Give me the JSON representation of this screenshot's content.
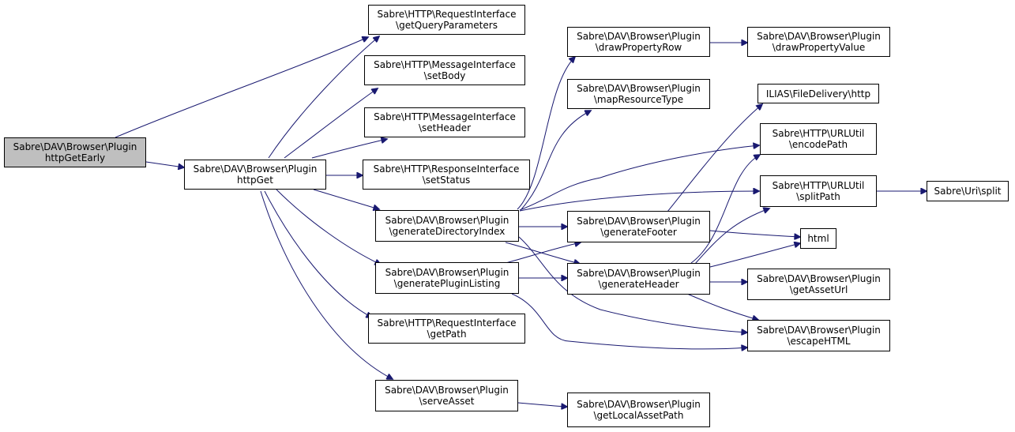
{
  "colors": {
    "edge": "#191970",
    "root_fill": "#bfbfbf",
    "node_fill": "#ffffff"
  },
  "nodes": {
    "httpGetEarly": {
      "line1": "Sabre\\DAV\\Browser\\Plugin",
      "line2": "httpGetEarly"
    },
    "httpGet": {
      "line1": "Sabre\\DAV\\Browser\\Plugin",
      "line2": "httpGet"
    },
    "getQueryParameters": {
      "line1": "Sabre\\HTTP\\RequestInterface",
      "line2": "\\getQueryParameters"
    },
    "setBody": {
      "line1": "Sabre\\HTTP\\MessageInterface",
      "line2": "\\setBody"
    },
    "setHeader": {
      "line1": "Sabre\\HTTP\\MessageInterface",
      "line2": "\\setHeader"
    },
    "setStatus": {
      "line1": "Sabre\\HTTP\\ResponseInterface",
      "line2": "\\setStatus"
    },
    "generateDirectoryIndex": {
      "line1": "Sabre\\DAV\\Browser\\Plugin",
      "line2": "\\generateDirectoryIndex"
    },
    "generatePluginListing": {
      "line1": "Sabre\\DAV\\Browser\\Plugin",
      "line2": "\\generatePluginListing"
    },
    "getPath": {
      "line1": "Sabre\\HTTP\\RequestInterface",
      "line2": "\\getPath"
    },
    "serveAsset": {
      "line1": "Sabre\\DAV\\Browser\\Plugin",
      "line2": "\\serveAsset"
    },
    "drawPropertyRow": {
      "line1": "Sabre\\DAV\\Browser\\Plugin",
      "line2": "\\drawPropertyRow"
    },
    "mapResourceType": {
      "line1": "Sabre\\DAV\\Browser\\Plugin",
      "line2": "\\mapResourceType"
    },
    "generateFooter": {
      "line1": "Sabre\\DAV\\Browser\\Plugin",
      "line2": "\\generateFooter"
    },
    "generateHeader": {
      "line1": "Sabre\\DAV\\Browser\\Plugin",
      "line2": "\\generateHeader"
    },
    "getLocalAssetPath": {
      "line1": "Sabre\\DAV\\Browser\\Plugin",
      "line2": "\\getLocalAssetPath"
    },
    "drawPropertyValue": {
      "line1": "Sabre\\DAV\\Browser\\Plugin",
      "line2": "\\drawPropertyValue"
    },
    "ilias_http": {
      "line1": "ILIAS\\FileDelivery\\http"
    },
    "encodePath": {
      "line1": "Sabre\\HTTP\\URLUtil",
      "line2": "\\encodePath"
    },
    "splitPath": {
      "line1": "Sabre\\HTTP\\URLUtil",
      "line2": "\\splitPath"
    },
    "html": {
      "line1": "html"
    },
    "getAssetUrl": {
      "line1": "Sabre\\DAV\\Browser\\Plugin",
      "line2": "\\getAssetUrl"
    },
    "escapeHTML": {
      "line1": "Sabre\\DAV\\Browser\\Plugin",
      "line2": "\\escapeHTML"
    },
    "uri_split": {
      "line1": "Sabre\\Uri\\split"
    }
  }
}
